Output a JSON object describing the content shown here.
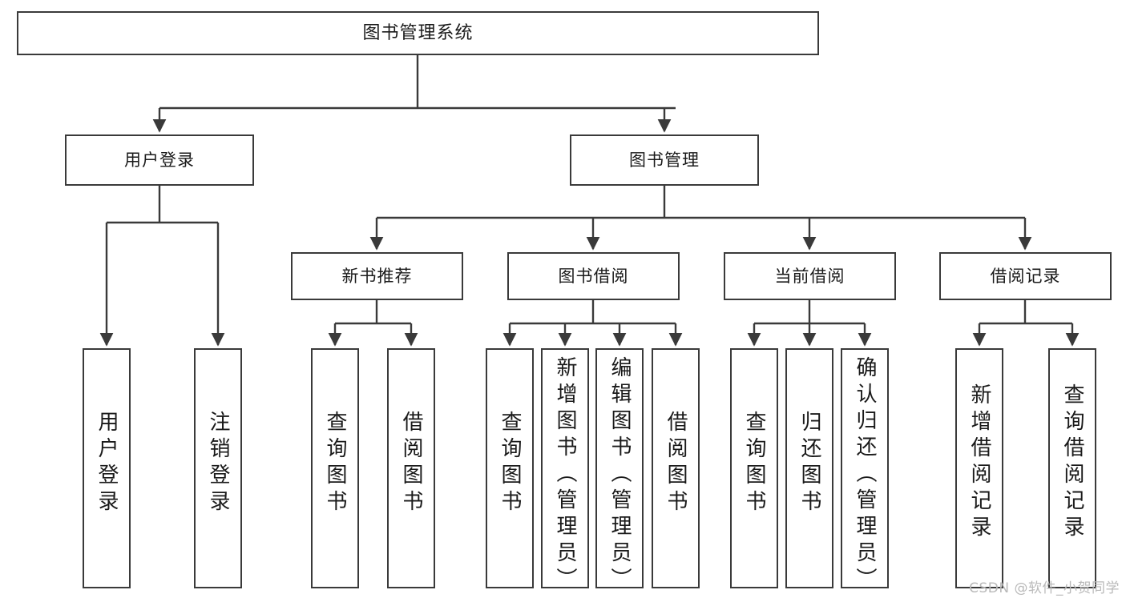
{
  "diagram": {
    "title": "图书管理系统",
    "type": "tree",
    "orientation": "top-down",
    "style": {
      "box_border_color": "#3a3a3a",
      "box_fill_color": "#ffffff",
      "text_color": "#1a1a1a",
      "connector_color": "#3a3a3a",
      "watermark_color": "#b9b9b9"
    },
    "nodes": {
      "root": {
        "label": "图书管理系统"
      },
      "level2": [
        {
          "id": "user-login",
          "label": "用户登录"
        },
        {
          "id": "book-manage",
          "label": "图书管理"
        }
      ],
      "level3": [
        {
          "id": "new-book-rec",
          "label": "新书推荐"
        },
        {
          "id": "book-borrow",
          "label": "图书借阅"
        },
        {
          "id": "current-borrow",
          "label": "当前借阅"
        },
        {
          "id": "borrow-record",
          "label": "借阅记录"
        }
      ],
      "leaves": {
        "user-login": [
          {
            "id": "leaf-user-login",
            "label": "用户登录"
          },
          {
            "id": "leaf-logout",
            "label": "注销登录"
          }
        ],
        "new-book-rec": [
          {
            "id": "leaf-query-book-1",
            "label": "查询图书"
          },
          {
            "id": "leaf-borrow-book-1",
            "label": "借阅图书"
          }
        ],
        "book-borrow": [
          {
            "id": "leaf-query-book-2",
            "label": "查询图书"
          },
          {
            "id": "leaf-add-book",
            "label": "新增图书（管理员）"
          },
          {
            "id": "leaf-edit-book",
            "label": "编辑图书（管理员）"
          },
          {
            "id": "leaf-borrow-book-2",
            "label": "借阅图书"
          }
        ],
        "current-borrow": [
          {
            "id": "leaf-query-book-3",
            "label": "查询图书"
          },
          {
            "id": "leaf-return-book",
            "label": "归还图书"
          },
          {
            "id": "leaf-confirm-return",
            "label": "确认归还（管理员）"
          }
        ],
        "borrow-record": [
          {
            "id": "leaf-add-record",
            "label": "新增借阅记录"
          },
          {
            "id": "leaf-query-record",
            "label": "查询借阅记录"
          }
        ]
      }
    },
    "watermark": "CSDN @软件_小贺同学"
  }
}
